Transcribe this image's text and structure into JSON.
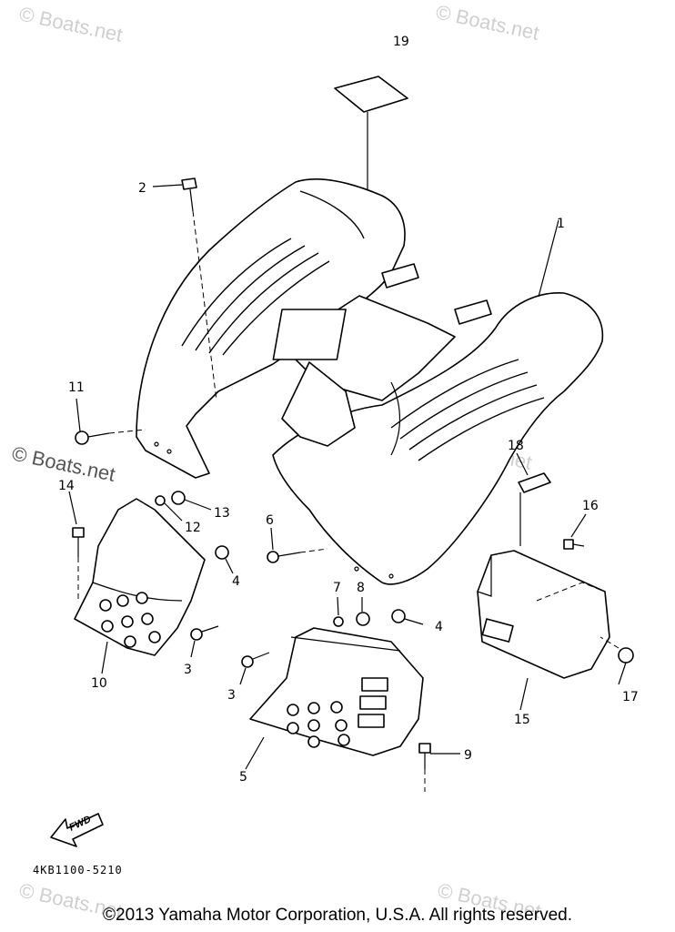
{
  "watermark": "© Boats.net",
  "callouts": {
    "c1": "1",
    "c2": "2",
    "c3a": "3",
    "c3b": "3",
    "c4a": "4",
    "c4b": "4",
    "c5": "5",
    "c6": "6",
    "c7": "7",
    "c8": "8",
    "c9": "9",
    "c10": "10",
    "c11": "11",
    "c12": "12",
    "c13": "13",
    "c14": "14",
    "c15": "15",
    "c16": "16",
    "c17": "17",
    "c18": "18",
    "c19": "19"
  },
  "fwd_label": "FWD",
  "diagram_code": "4KB1100-5210",
  "copyright": "©2013 Yamaha Motor Corporation, U.S.A. All rights reserved."
}
